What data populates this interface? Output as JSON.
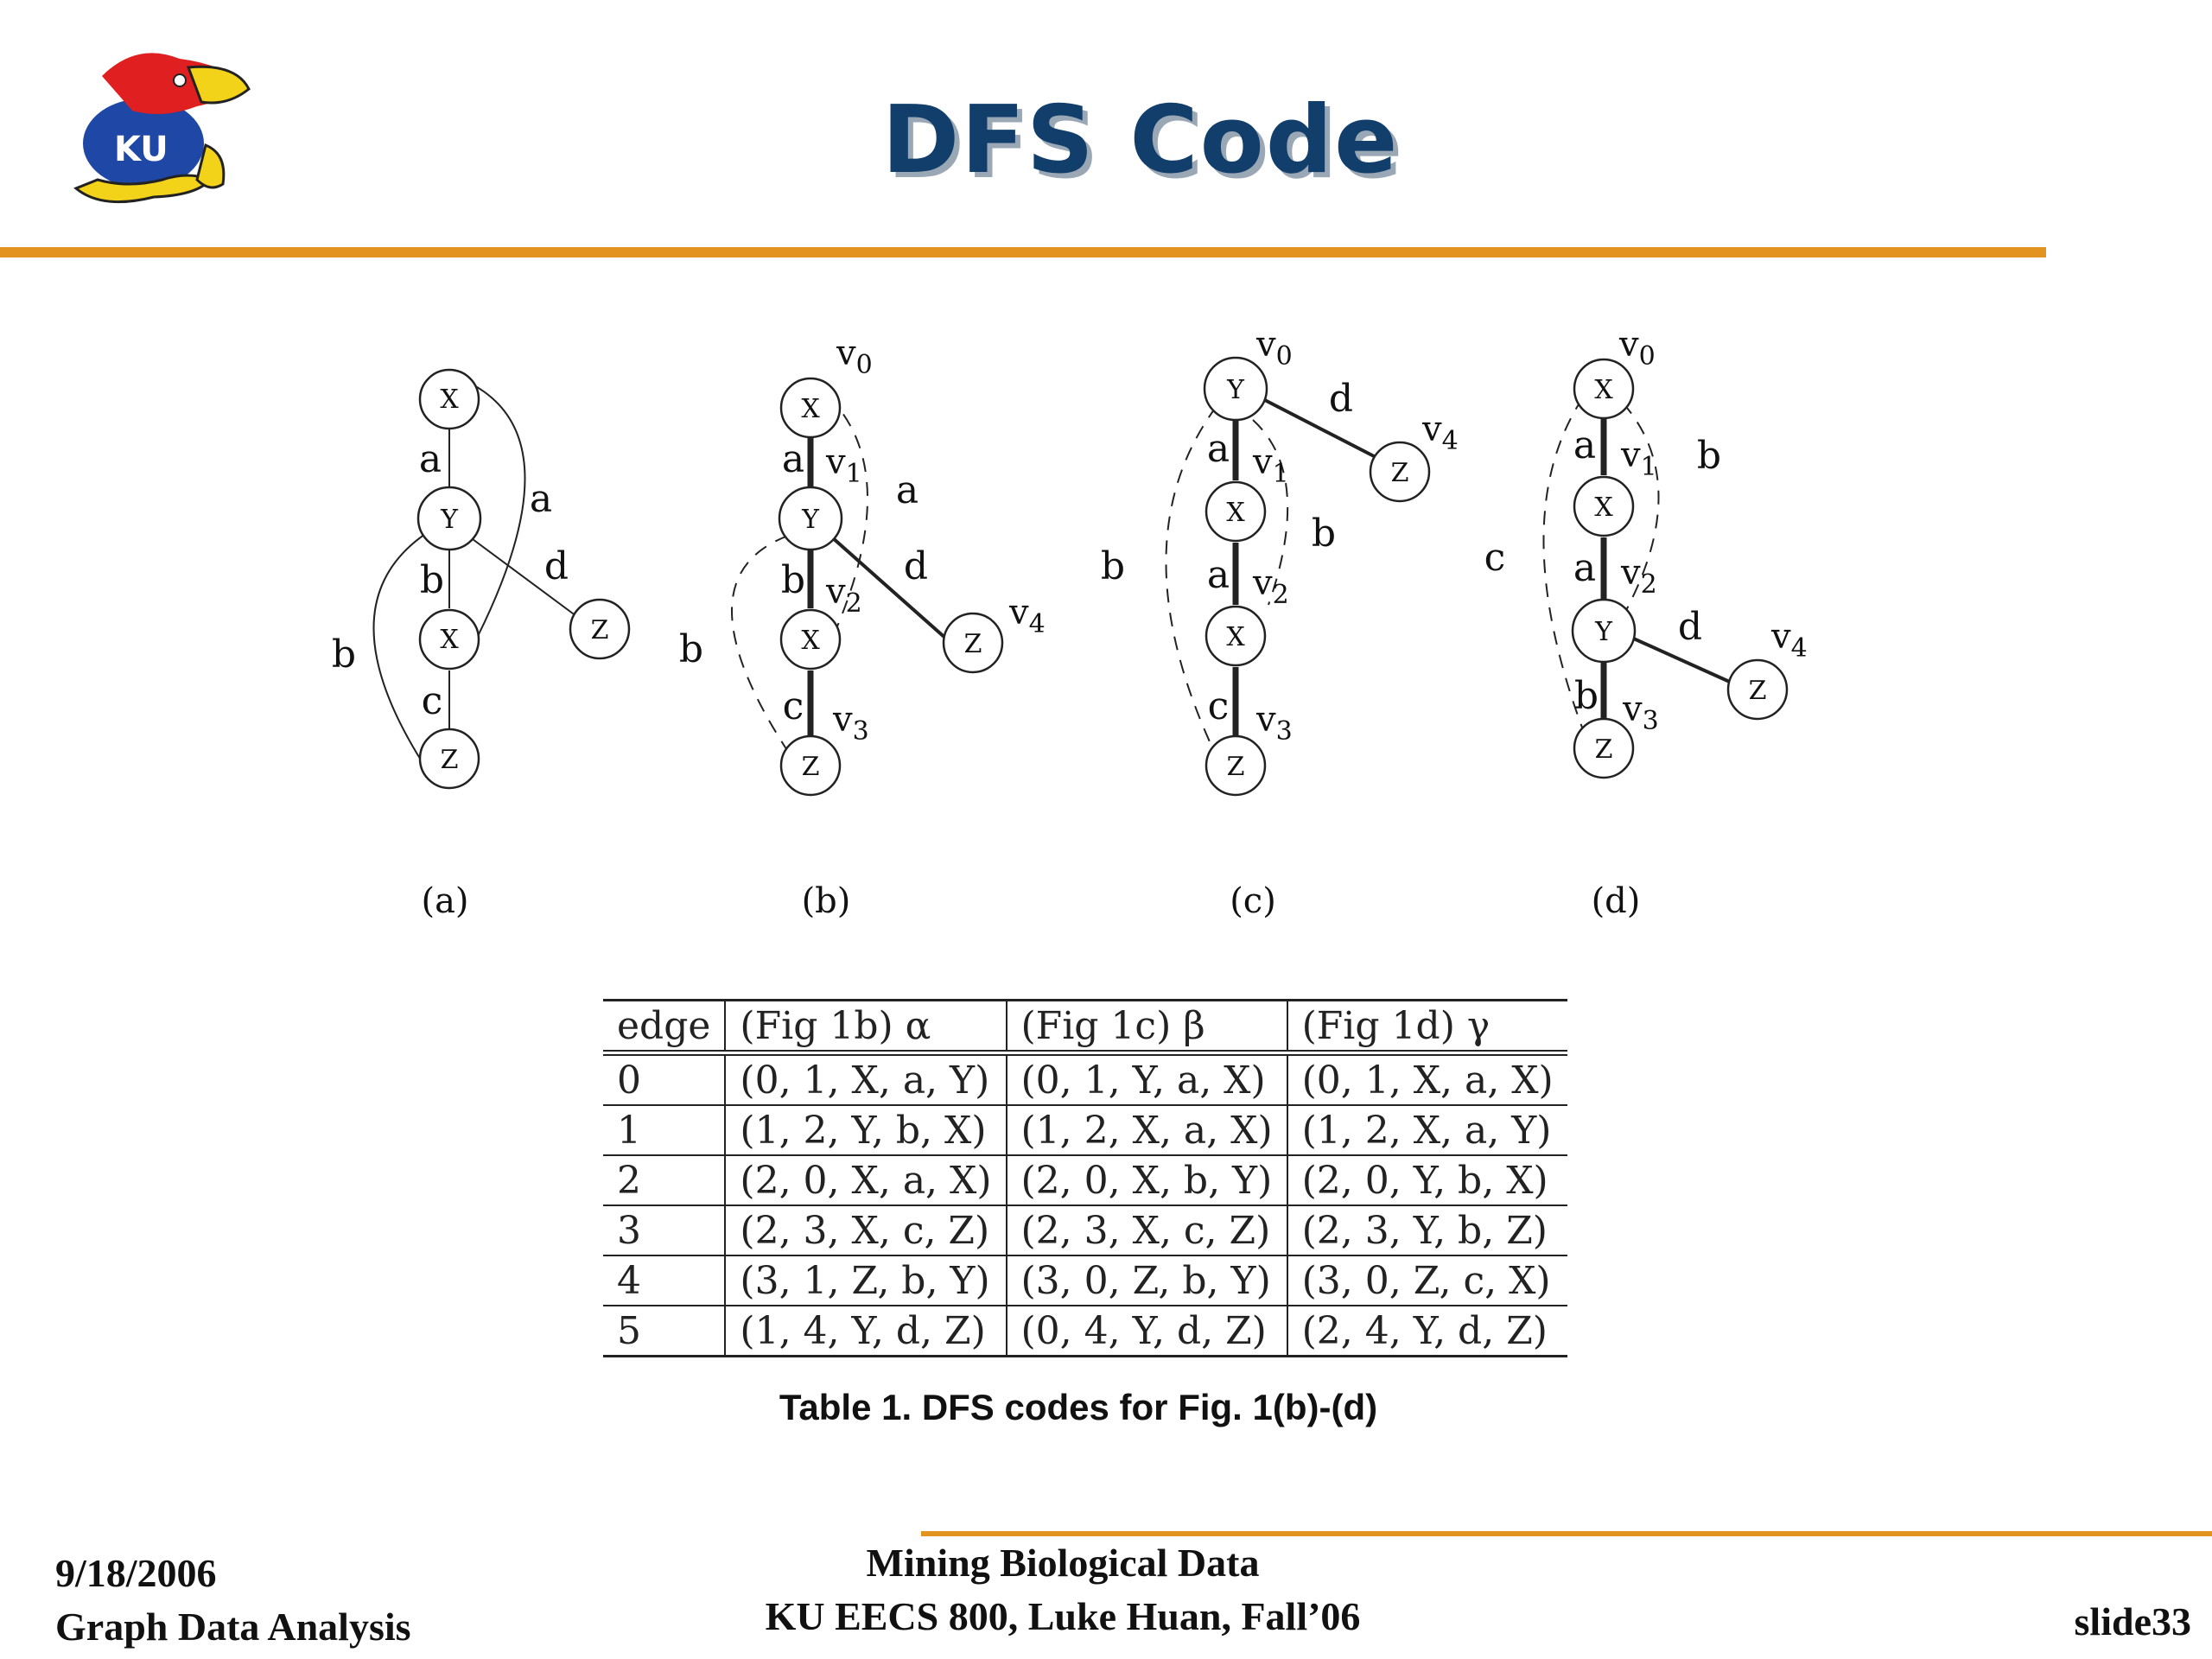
{
  "slide": {
    "title": "DFS Code",
    "date": "9/18/2006",
    "subtitle": "Graph Data Analysis",
    "course_line1": "Mining Biological Data",
    "course_line2": "KU EECS 800, Luke Huan, Fall’06",
    "slide_number": "slide33",
    "logo_text": "KU"
  },
  "colors": {
    "title": "#123e6b",
    "accent": "#e39420"
  },
  "figure": {
    "panels": [
      {
        "label": "(a)",
        "nodes": [
          "X",
          "Y",
          "X",
          "Z",
          "Z"
        ],
        "edge_labels": [
          "a",
          "a",
          "b",
          "d",
          "c",
          "b"
        ]
      },
      {
        "label": "(b)",
        "nodes": [
          "X",
          "Y",
          "X",
          "Z",
          "Z"
        ],
        "vertex_labels": [
          "v",
          "0",
          "v",
          "1",
          "v",
          "2",
          "v",
          "3",
          "v",
          "4"
        ],
        "edge_labels": [
          "a",
          "a",
          "b",
          "d",
          "c",
          "b"
        ]
      },
      {
        "label": "(c)",
        "nodes": [
          "Y",
          "X",
          "X",
          "Z",
          "Z"
        ],
        "vertex_labels": [
          "v",
          "0",
          "v",
          "1",
          "v",
          "2",
          "v",
          "3",
          "v",
          "4"
        ],
        "edge_labels": [
          "a",
          "d",
          "b",
          "a",
          "b",
          "c"
        ]
      },
      {
        "label": "(d)",
        "nodes": [
          "X",
          "X",
          "Y",
          "Z",
          "Z"
        ],
        "vertex_labels": [
          "v",
          "0",
          "v",
          "1",
          "v",
          "2",
          "v",
          "3",
          "v",
          "4"
        ],
        "edge_labels": [
          "a",
          "b",
          "a",
          "c",
          "d",
          "b"
        ]
      }
    ]
  },
  "table": {
    "headers": [
      "edge",
      "(Fig 1b) α",
      "(Fig 1c) β",
      "(Fig 1d) γ"
    ],
    "rows": [
      [
        "0",
        "(0, 1, X, a, Y)",
        "(0, 1, Y, a, X)",
        "(0, 1, X, a, X)"
      ],
      [
        "1",
        "(1, 2, Y, b, X)",
        "(1, 2, X, a, X)",
        "(1, 2, X, a, Y)"
      ],
      [
        "2",
        "(2, 0, X, a, X)",
        "(2, 0, X, b, Y)",
        "(2, 0, Y, b, X)"
      ],
      [
        "3",
        "(2, 3, X, c, Z)",
        "(2, 3, X, c, Z)",
        "(2, 3, Y, b, Z)"
      ],
      [
        "4",
        "(3, 1, Z, b, Y)",
        "(3, 0, Z, b, Y)",
        "(3, 0, Z, c, X)"
      ],
      [
        "5",
        "(1, 4, Y, d, Z)",
        "(0, 4, Y, d, Z)",
        "(2, 4, Y, d, Z)"
      ]
    ],
    "caption": "Table 1. DFS codes for Fig. 1(b)-(d)"
  }
}
